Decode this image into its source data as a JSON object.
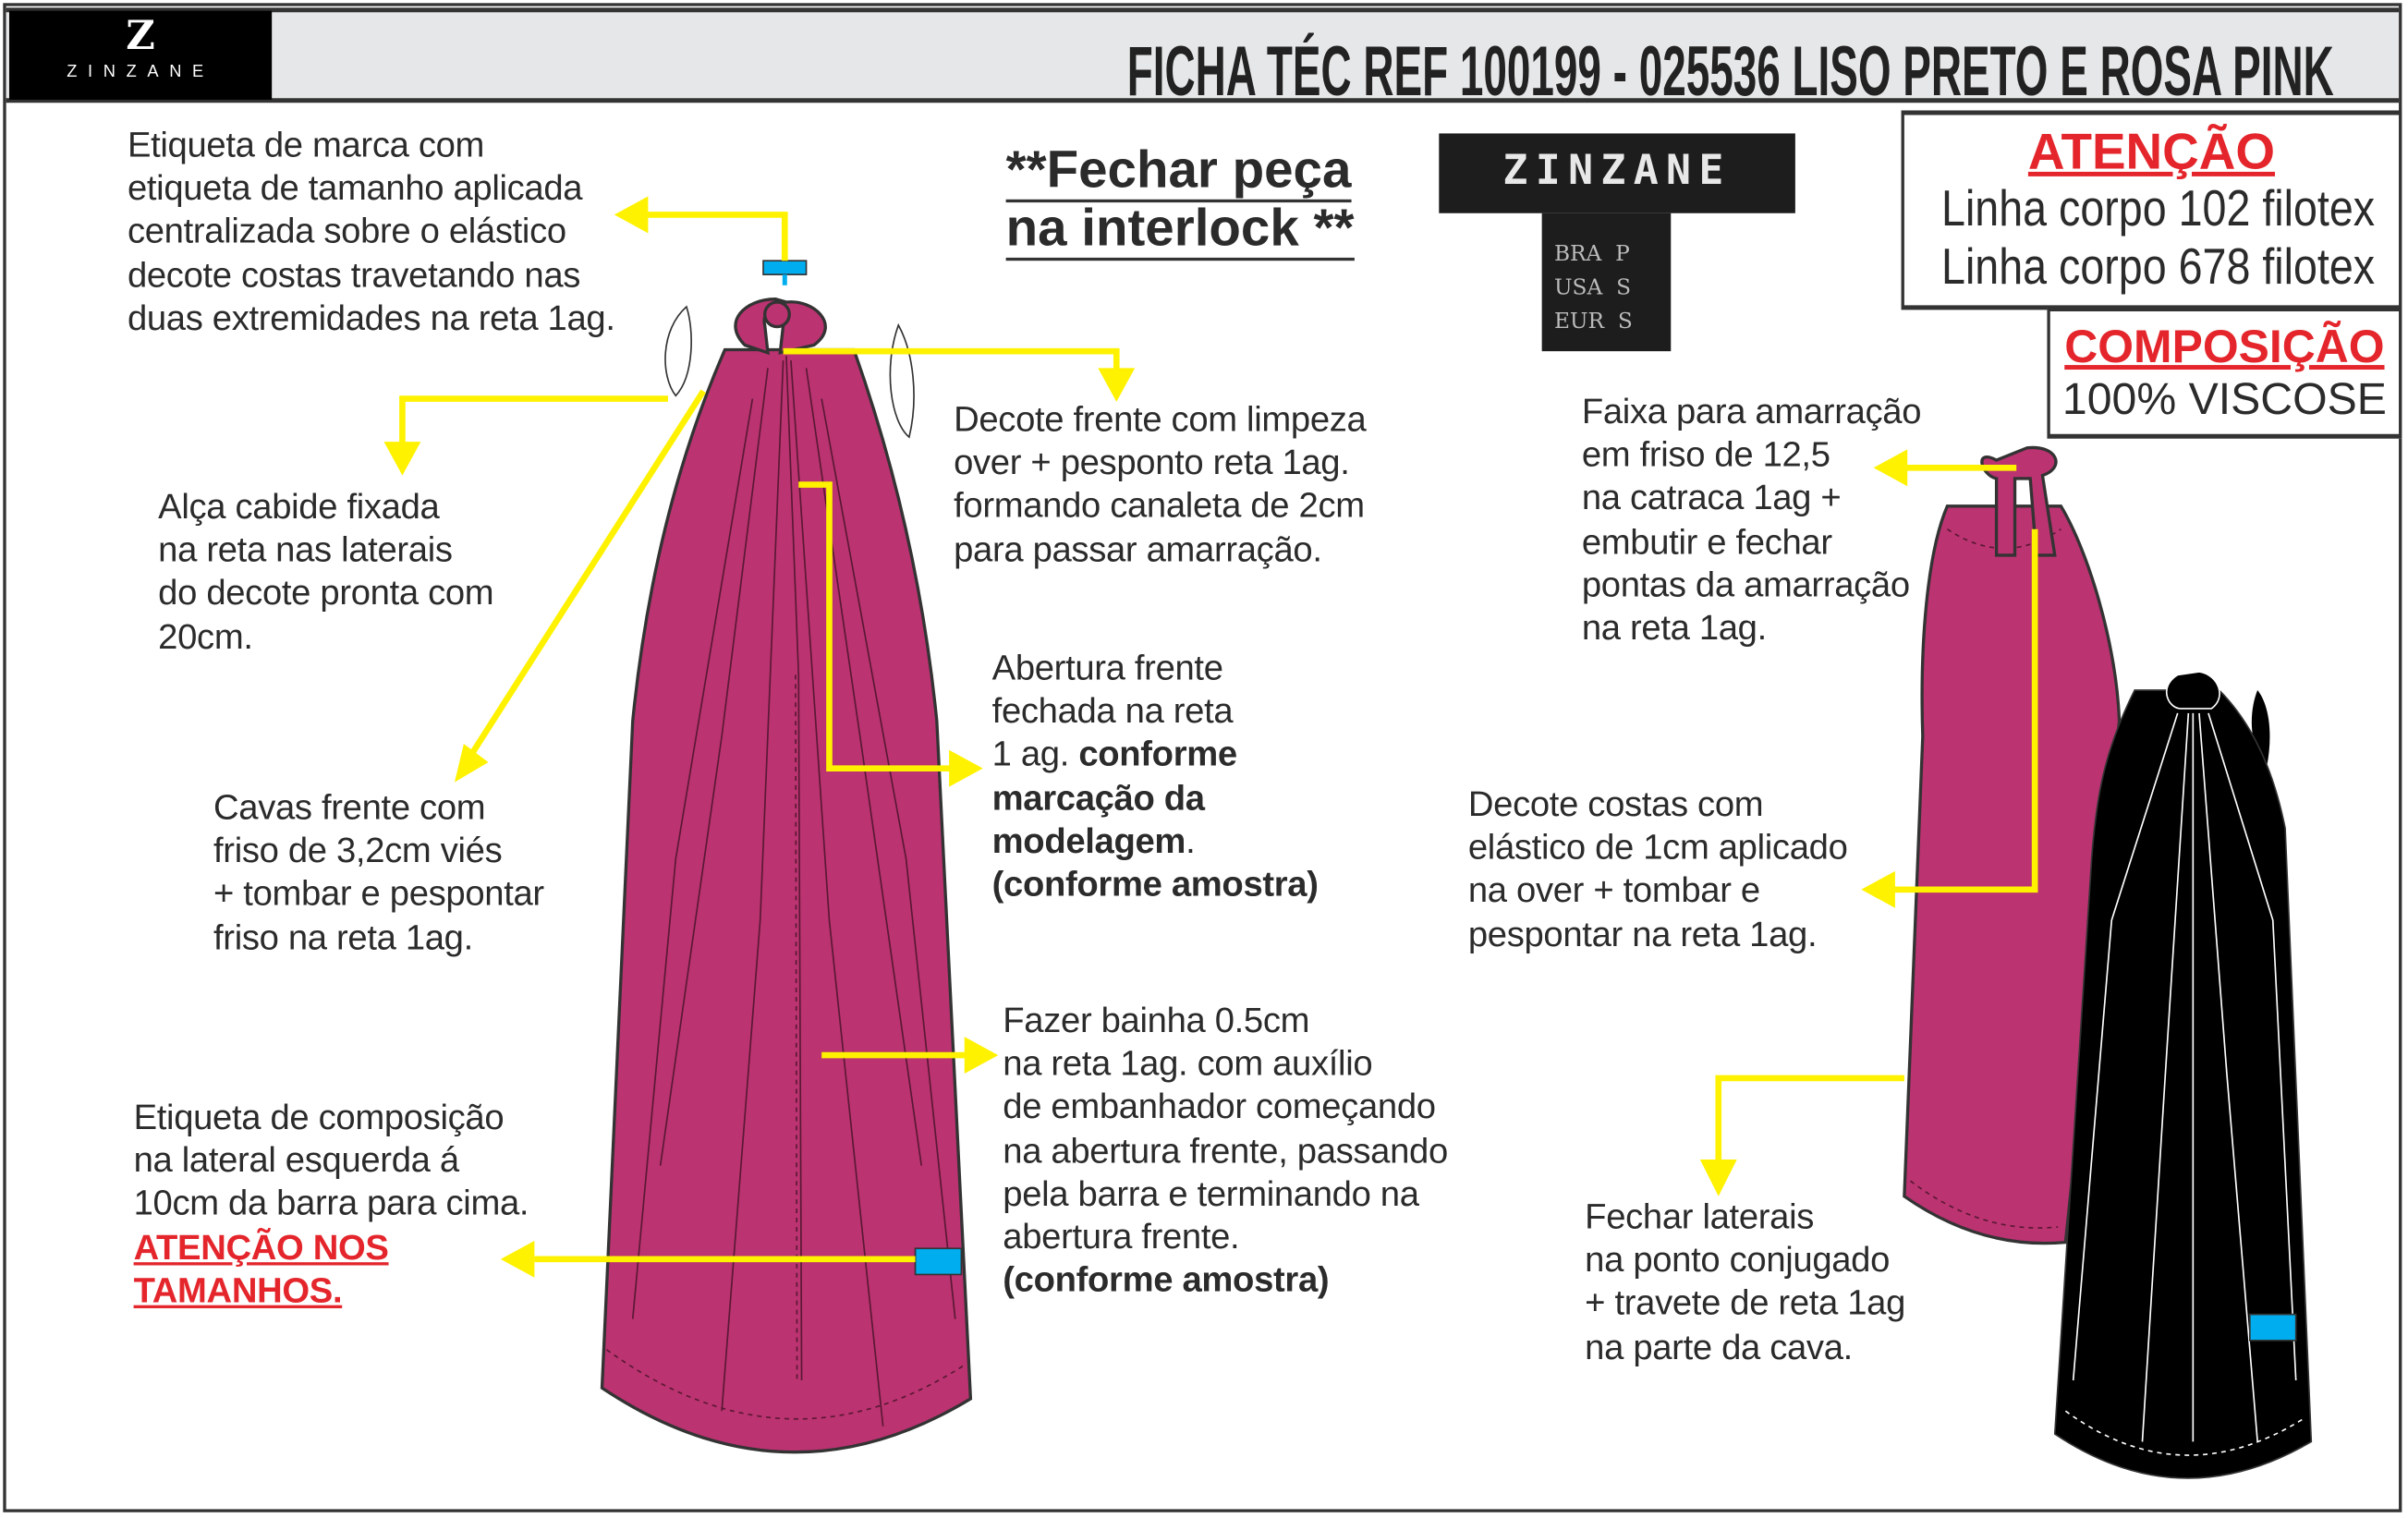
{
  "header": {
    "logo_text": "ZINZANE",
    "title": "FICHA TÉC REF 100199 - 025536 LISO PRETO E ROSA PINK"
  },
  "closing_note": {
    "line1": "**Fechar peça",
    "line2": "na interlock **"
  },
  "brand_label": {
    "name": "ZINZANE",
    "sizes": [
      "BRA  P",
      "USA  S",
      "EUR  S"
    ]
  },
  "attention_box": {
    "heading": "ATENÇÃO",
    "lines": [
      "Linha corpo 102 filotex",
      "Linha corpo 678 filotex"
    ]
  },
  "composition_box": {
    "heading": "COMPOSIÇÃO",
    "value": "100% VISCOSE"
  },
  "notes": {
    "brand_label_note": "Etiqueta de marca com\netiqueta de tamanho aplicada\ncentralizada sobre o elástico\ndecote costas travetando nas\nduas extremidades na reta 1ag.",
    "strap_note": "Alça cabide fixada\nna reta nas laterais\ndo decote pronta com\n20cm.",
    "armhole_note": "Cavas frente com\nfriso de 3,2cm viés\n+ tombar e pespontar\nfriso na reta 1ag.",
    "composition_label_note": "Etiqueta de composição\nna lateral esquerda á\n10cm da barra para cima.",
    "composition_label_warning": "ATENÇÃO NOS\nTAMANHOS.",
    "front_neck_note": "Decote frente  com limpeza\nover +  pesponto reta 1ag.\nformando canaleta de 2cm\npara passar amarração.",
    "front_opening_plain": "Abertura frente\nfechada na reta\n1 ag. ",
    "front_opening_bold": "conforme\nmarcação da\nmodelagem",
    "front_opening_end": ".",
    "front_opening_sample": "(conforme amostra)",
    "hem_note": "Fazer bainha 0.5cm\nna reta 1ag. com auxílio\nde embanhador começando\nna abertura frente, passando\npela barra e terminando na\nabertura frente.",
    "hem_sample": "(conforme amostra)",
    "tie_note": "Faixa para amarração\nem friso de 12,5\nna catraca 1ag +\nembutir e fechar\npontas da amarração\nna reta 1ag.",
    "back_neck_note": "Decote costas com\nelástico de 1cm aplicado\nna over + tombar e\npespontar na reta 1ag.",
    "side_seam_note": "Fechar laterais\nna ponto conjugado\n+ travete de reta 1ag\nna parte da cava."
  },
  "colors": {
    "fabric_pink": "#bb3371",
    "fabric_black": "#000000",
    "arrow": "#fff200",
    "label_tag": "#00aeef",
    "warning": "#e4262c"
  }
}
